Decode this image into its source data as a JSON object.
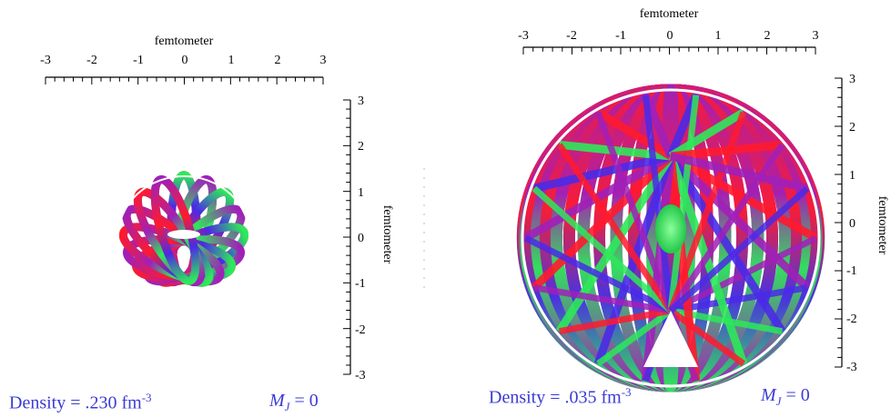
{
  "left_panel": {
    "axis_title_top": "femtometer",
    "axis_title_right": "femtometer",
    "x_ticks": [
      "-3",
      "-2",
      "-1",
      "0",
      "1",
      "2",
      "3"
    ],
    "y_ticks": [
      "3",
      "2",
      "1",
      "0",
      "-1",
      "-2",
      "-3"
    ],
    "density_label": "Density = .230 fm",
    "density_exponent": "-3",
    "mj_symbol": "M",
    "mj_subscript": "J",
    "mj_value": " = 0"
  },
  "right_panel": {
    "axis_title_top": "femtometer",
    "axis_title_right": "femtometer",
    "x_ticks": [
      "-3",
      "-2",
      "-1",
      "0",
      "1",
      "2",
      "3"
    ],
    "y_ticks": [
      "3",
      "2",
      "1",
      "0",
      "-1",
      "-2",
      "-3"
    ],
    "density_label": "Density = .035 fm",
    "density_exponent": "-3",
    "mj_symbol": "M",
    "mj_subscript": "J",
    "mj_value": " = 0"
  },
  "colors": {
    "caption": "#3b3bd6",
    "band_red": "#ff1a2e",
    "band_purple": "#a020b8",
    "band_blue": "#4a2ae6",
    "band_green": "#2ee85a"
  }
}
